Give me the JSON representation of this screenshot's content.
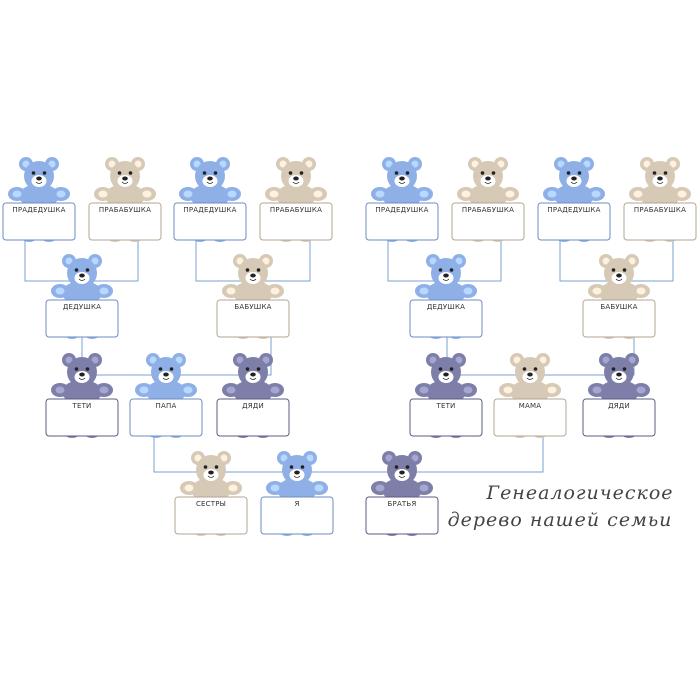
{
  "title": {
    "line1": "Генеалогическое",
    "line2": "дерево нашей семьи"
  },
  "colors": {
    "blue": "#8fb0e6",
    "beige": "#d6c9b6",
    "purple": "#7e7fa8",
    "line": "#7aa3cf"
  },
  "icon": "teddy-bear-icon",
  "members": [
    {
      "id": "ggf-1",
      "label": "ПРАДЕДУШКА",
      "color": "blue"
    },
    {
      "id": "ggm-1",
      "label": "ПРАБАБУШКА",
      "color": "beige"
    },
    {
      "id": "ggf-2",
      "label": "ПРАДЕДУШКА",
      "color": "blue"
    },
    {
      "id": "ggm-2",
      "label": "ПРАБАБУШКА",
      "color": "beige"
    },
    {
      "id": "ggf-3",
      "label": "ПРАДЕДУШКА",
      "color": "blue"
    },
    {
      "id": "ggm-3",
      "label": "ПРАБАБУШКА",
      "color": "beige"
    },
    {
      "id": "ggf-4",
      "label": "ПРАДЕДУШКА",
      "color": "blue"
    },
    {
      "id": "ggm-4",
      "label": "ПРАБАБУШКА",
      "color": "beige"
    },
    {
      "id": "gf-1",
      "label": "ДЕДУШКА",
      "color": "blue"
    },
    {
      "id": "gm-1",
      "label": "БАБУШКА",
      "color": "beige"
    },
    {
      "id": "gf-2",
      "label": "ДЕДУШКА",
      "color": "blue"
    },
    {
      "id": "gm-2",
      "label": "БАБУШКА",
      "color": "beige"
    },
    {
      "id": "aunts-1",
      "label": "ТЕТИ",
      "color": "purple"
    },
    {
      "id": "father",
      "label": "ПАПА",
      "color": "blue"
    },
    {
      "id": "uncles-1",
      "label": "ДЯДИ",
      "color": "purple"
    },
    {
      "id": "aunts-2",
      "label": "ТЕТИ",
      "color": "purple"
    },
    {
      "id": "mother",
      "label": "МАМА",
      "color": "beige"
    },
    {
      "id": "uncles-2",
      "label": "ДЯДИ",
      "color": "purple"
    },
    {
      "id": "sisters",
      "label": "СЕСТРЫ",
      "color": "beige"
    },
    {
      "id": "me",
      "label": "Я",
      "color": "blue"
    },
    {
      "id": "brothers",
      "label": "БРАТЬЯ",
      "color": "purple"
    }
  ]
}
